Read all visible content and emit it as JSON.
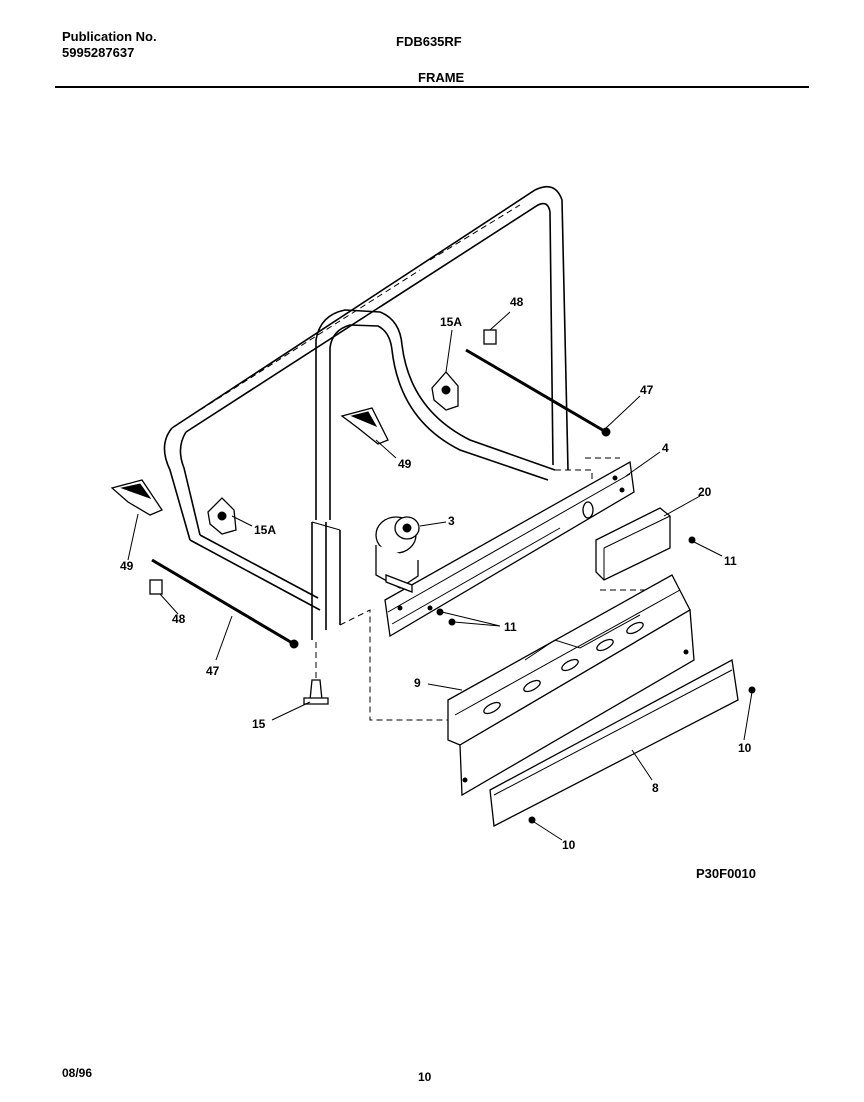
{
  "header": {
    "publication_label": "Publication No.",
    "publication_number": "5995287637",
    "model": "FDB635RF",
    "section_title": "FRAME"
  },
  "diagram": {
    "drawing_code": "P30F0010",
    "callouts": [
      "48",
      "15A",
      "47",
      "4",
      "20",
      "49",
      "3",
      "15A",
      "49",
      "11",
      "11",
      "48",
      "47",
      "9",
      "15",
      "10",
      "8",
      "10"
    ]
  },
  "footer": {
    "date": "08/96",
    "page_number": "10"
  }
}
